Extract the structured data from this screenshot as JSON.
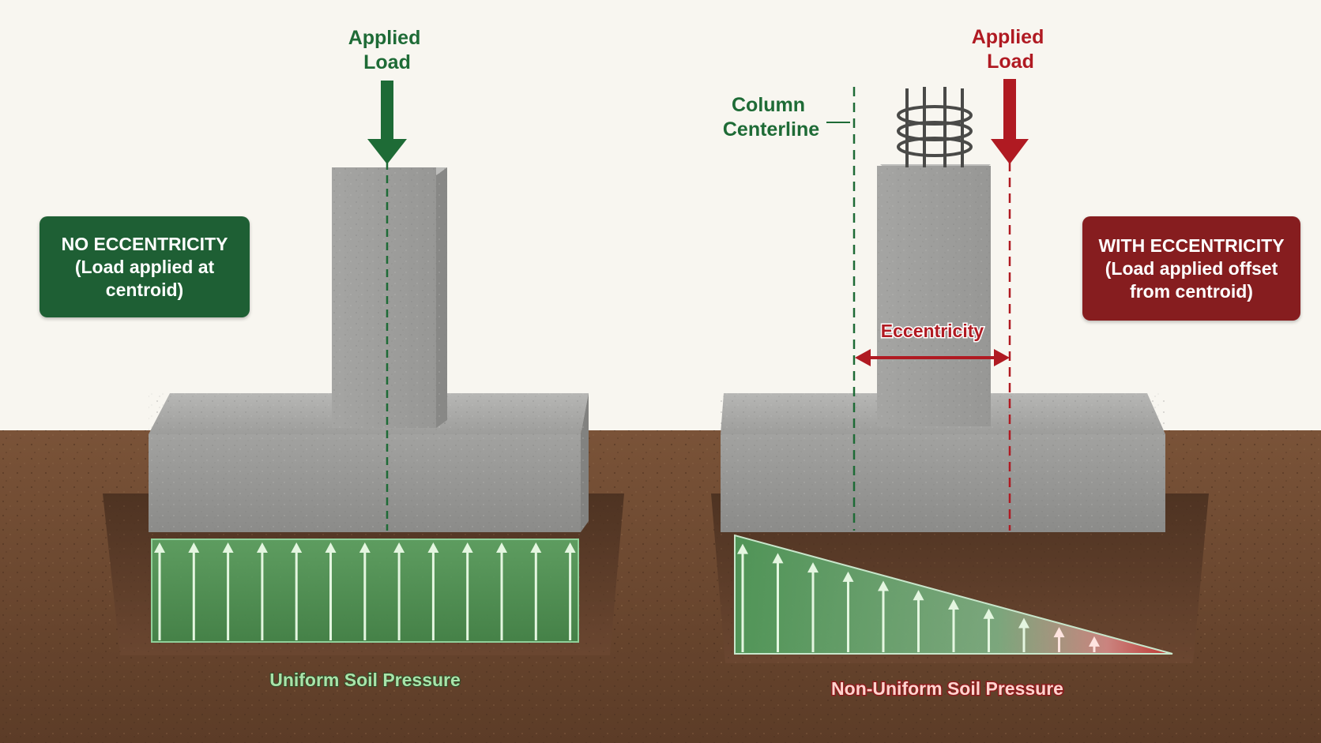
{
  "colors": {
    "green": "#1e6b36",
    "red": "#b01a22",
    "concrete": "#a3a3a1",
    "soil": "#6e4a33",
    "background": "#f8f6f0"
  },
  "left": {
    "applied_load": [
      "Applied",
      "Load"
    ],
    "box": [
      "NO ECCENTRICITY",
      "(Load applied at",
      "centroid)"
    ],
    "pressure_label": "Uniform Soil Pressure"
  },
  "right": {
    "column_centerline": [
      "Column",
      "Centerline"
    ],
    "applied_load": [
      "Applied",
      "Load"
    ],
    "eccentricity_label": "Eccentricity",
    "box": [
      "WITH ECCENTRICITY",
      "(Load applied offset",
      "from centroid)"
    ],
    "pressure_label": "Non-Uniform Soil Pressure"
  }
}
